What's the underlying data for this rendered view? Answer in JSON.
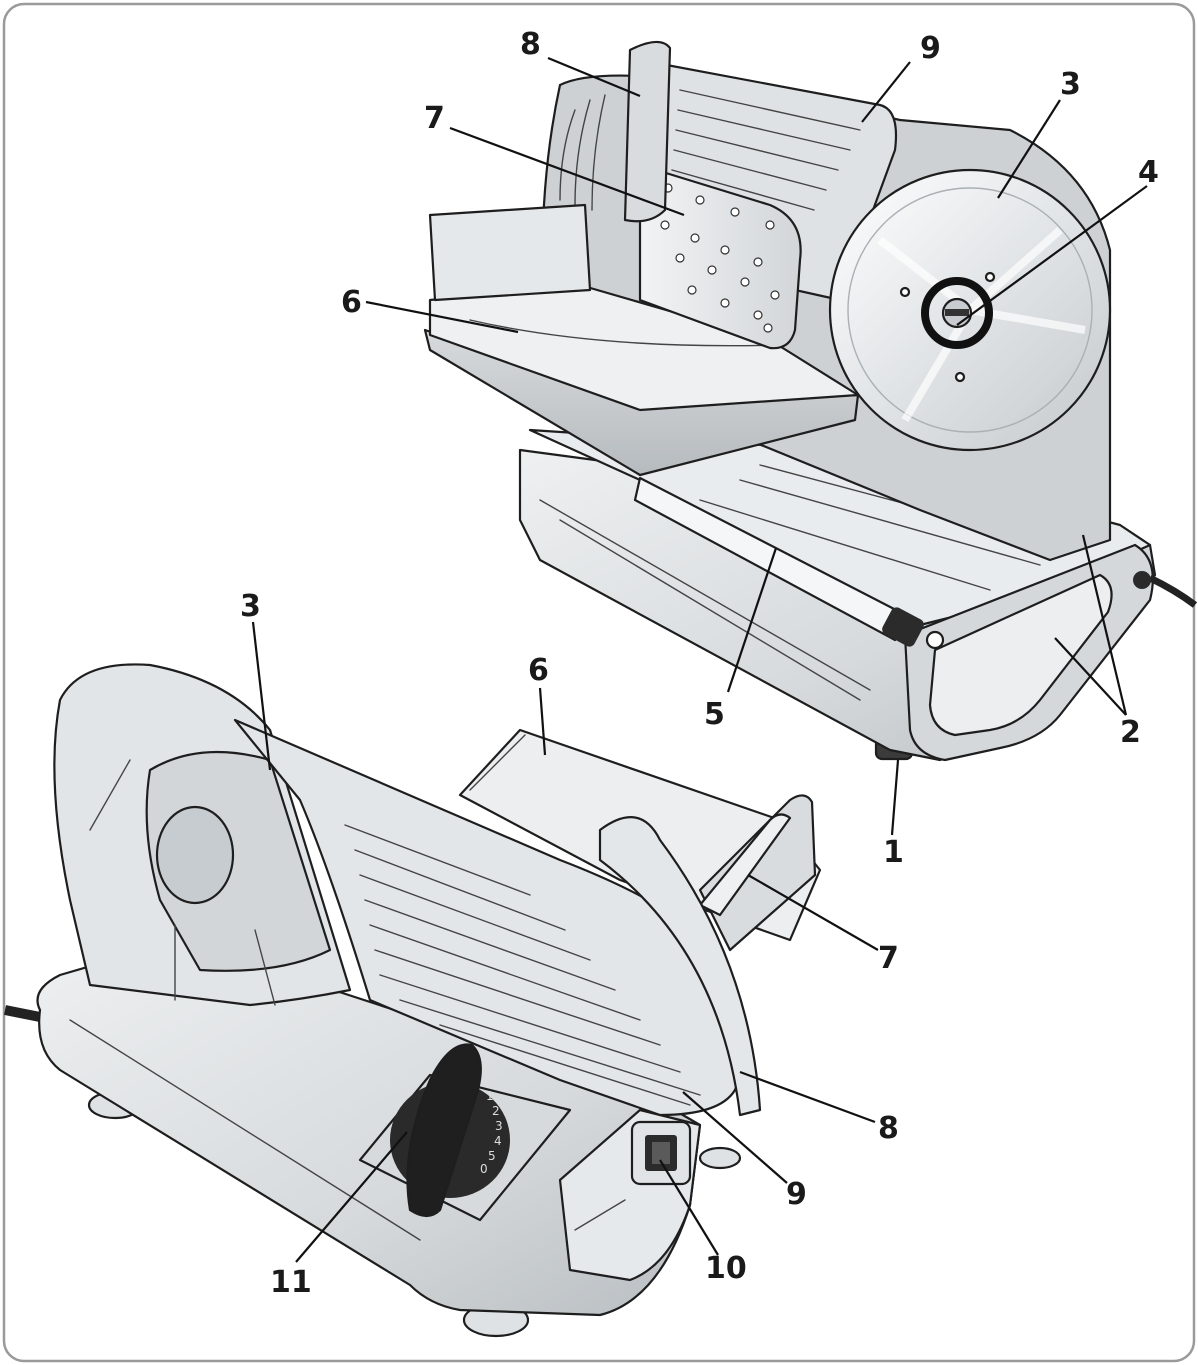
{
  "callouts": {
    "top": {
      "n1": "1",
      "n2": "2",
      "n3": "3",
      "n4": "4",
      "n5": "5",
      "n6": "6",
      "n7": "7",
      "n8": "8",
      "n9": "9"
    },
    "bottom": {
      "n3": "3",
      "n6": "6",
      "n7": "7",
      "n8": "8",
      "n9": "9",
      "n10": "10",
      "n11": "11"
    }
  },
  "dial_marks": [
    "1",
    "2",
    "3",
    "4",
    "5",
    "0"
  ],
  "colors": {
    "frame": "#9a9a9a",
    "body_light": "#e3e6e8",
    "body_mid": "#c9cdd0",
    "body_dark": "#a9aeb2",
    "dark_part": "#2b2b2b",
    "outline": "#1e1e1e"
  }
}
